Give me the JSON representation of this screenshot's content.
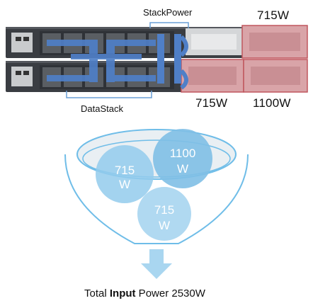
{
  "callouts": {
    "stackpower": "StackPower",
    "datastack": "DataStack"
  },
  "power_supplies": {
    "top_right": "715W",
    "bottom_middle": "715W",
    "bottom_right": "1100W"
  },
  "bubbles": {
    "left": [
      "715",
      "W"
    ],
    "right": [
      "1100",
      "W"
    ],
    "bottom": [
      "715",
      "W"
    ]
  },
  "total": {
    "prefix": "Total ",
    "emphasis": "Input",
    "suffix": " Power 2530W"
  },
  "colors": {
    "switch_body": "#3a3d42",
    "port_bay": "#5a5e63",
    "stack_cable": "#4f7fc7",
    "psu_highlight": "#d9a4a8",
    "psu_outline": "#c0575e",
    "bubble_fill": "#93cbec",
    "funnel_outline": "#6fbde8",
    "arrow": "#a9d6f0"
  }
}
